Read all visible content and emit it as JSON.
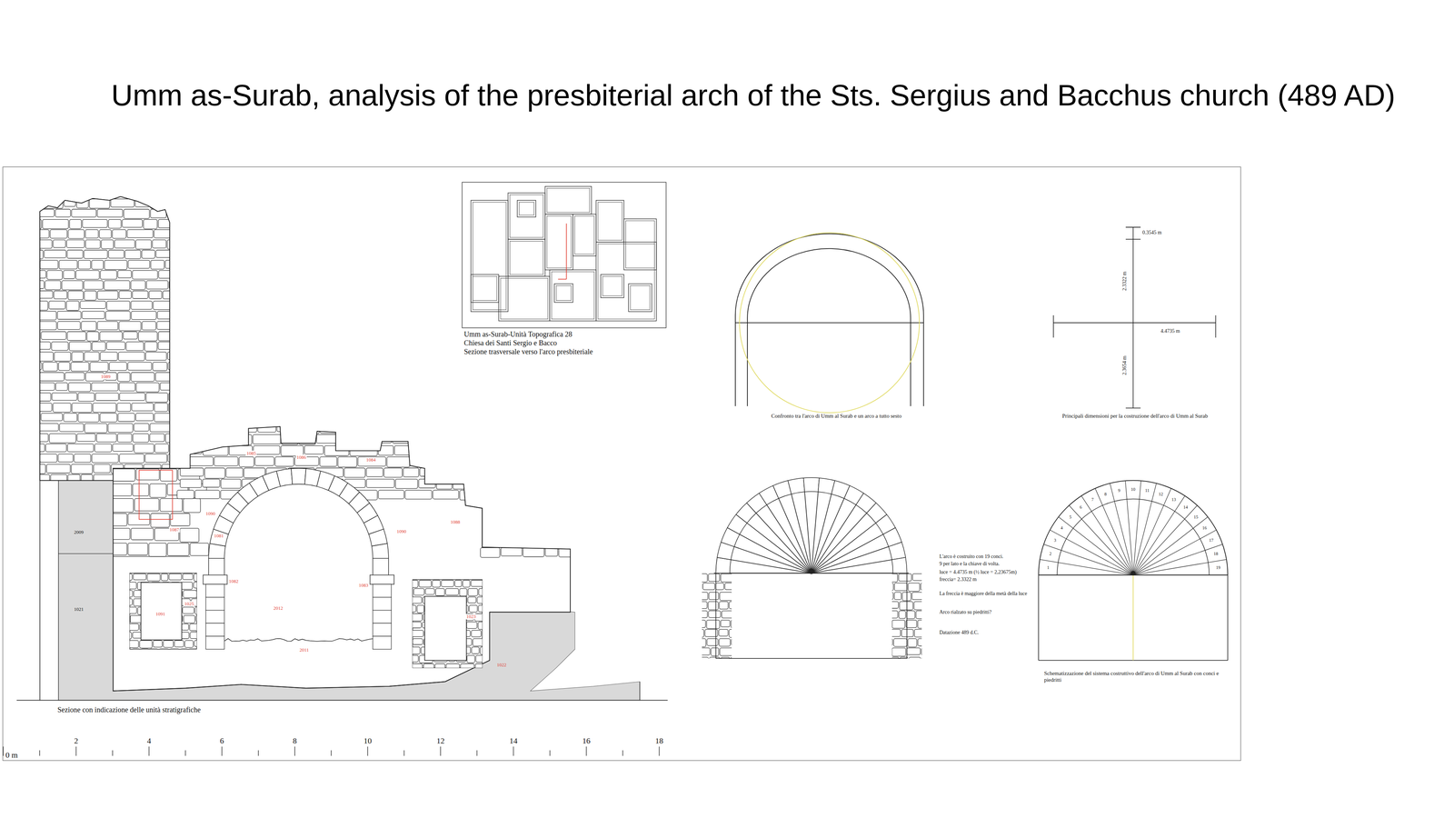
{
  "diagram": {
    "title": "Umm as-Surab, analysis of the presbiterial arch of the Sts. Sergius and Bacchus church (489 AD)",
    "nodes": [
      {
        "text": [
          "Umm as-Surab-Unità Topografica 28",
          "Chiesa dei Santi Sergio e Bacco",
          "Sezione trasversale verso l'arco presbiteriale"
        ]
      }
    ],
    "labels": [
      "1089",
      "1085",
      "1086",
      "1084",
      "1090",
      "1087",
      "2009",
      "1081",
      "1088",
      "1090",
      "1082",
      "1083",
      "1021",
      "1025",
      "1091",
      "2012",
      "1023",
      "2011",
      "1022",
      "Sezione con indicazione delle unità stratigrafiche",
      "0 m",
      "2",
      "4",
      "6",
      "8",
      "10",
      "12",
      "14",
      "16",
      "18",
      "Confronto tra l'arco di Umm al Surab e un arco a tutto sesto",
      "0.3545 m",
      "2.3322 m",
      "4.4735 m",
      "2.3654 m",
      "Principali dimensioni per la costruzione dell'arco di Umm al Surab",
      "L'arco è costruito con 19 conci.",
      "9 per lato e la chiave di volta.",
      "luce = 4.4735 m (½ luce = 2,23675m)",
      "freccia= 2.3322 m",
      "La freccia è maggiore della metà della luce",
      "Arco rialzato su piedritti?",
      "Datazione 489 d.C.",
      "Schematizzazione del sistema costruttivo dell'arco di Umm al Surab con conci e piedritti",
      "1",
      "2",
      "3",
      "4",
      "5",
      "6",
      "7",
      "8",
      "9",
      "10",
      "11",
      "12",
      "13",
      "14",
      "15",
      "16",
      "17",
      "18",
      "19"
    ]
  }
}
